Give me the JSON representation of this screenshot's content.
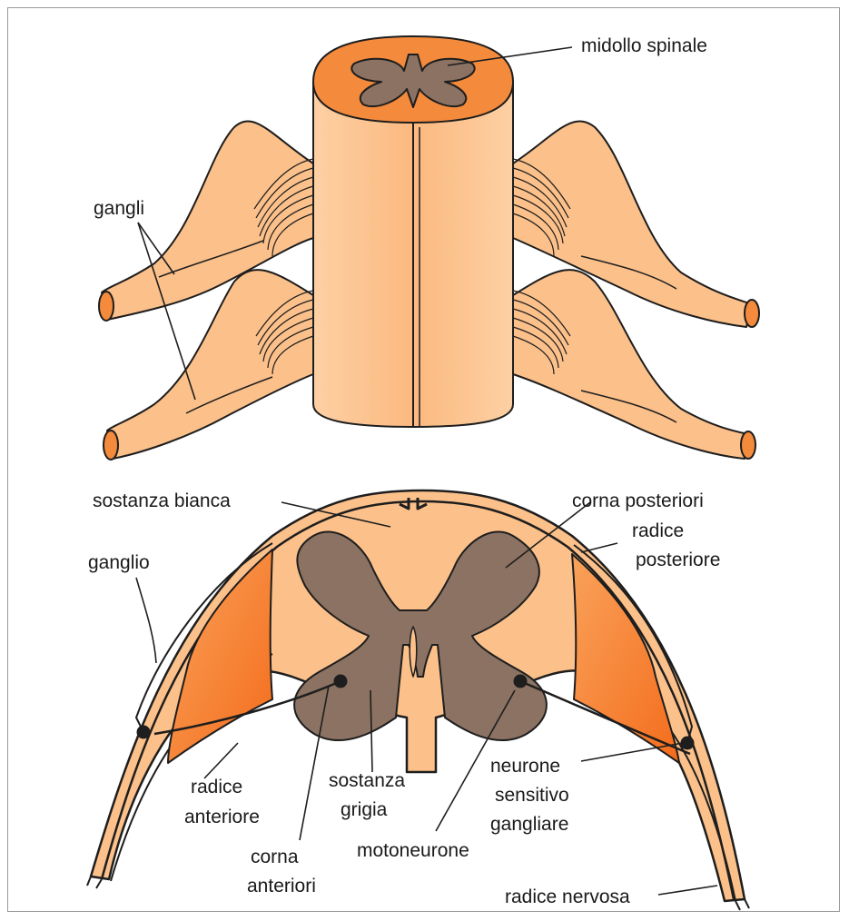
{
  "labels": {
    "midollo_spinale": "midollo spinale",
    "gangli": "gangli",
    "sostanza_bianca": "sostanza bianca",
    "corna_posteriori": "corna posteriori",
    "radice_posteriore_1": "radice",
    "radice_posteriore_2": "posteriore",
    "ganglio": "ganglio",
    "radice_anteriore_1": "radice",
    "radice_anteriore_2": "anteriore",
    "sostanza_grigia_1": "sostanza",
    "sostanza_grigia_2": "grigia",
    "neurone_1": "neurone",
    "neurone_2": "sensitivo",
    "neurone_3": "gangliare",
    "corna_anteriori_1": "corna",
    "corna_anteriori_2": "anteriori",
    "motoneurone": "motoneurone",
    "radice_nervosa": "radice nervosa"
  },
  "colors": {
    "cord": "#fcc08a",
    "cord_dark": "#f48a3c",
    "grey_matter": "#8b7262",
    "outline": "#1e1e1e",
    "ganglion_fill": "#f7802e"
  }
}
